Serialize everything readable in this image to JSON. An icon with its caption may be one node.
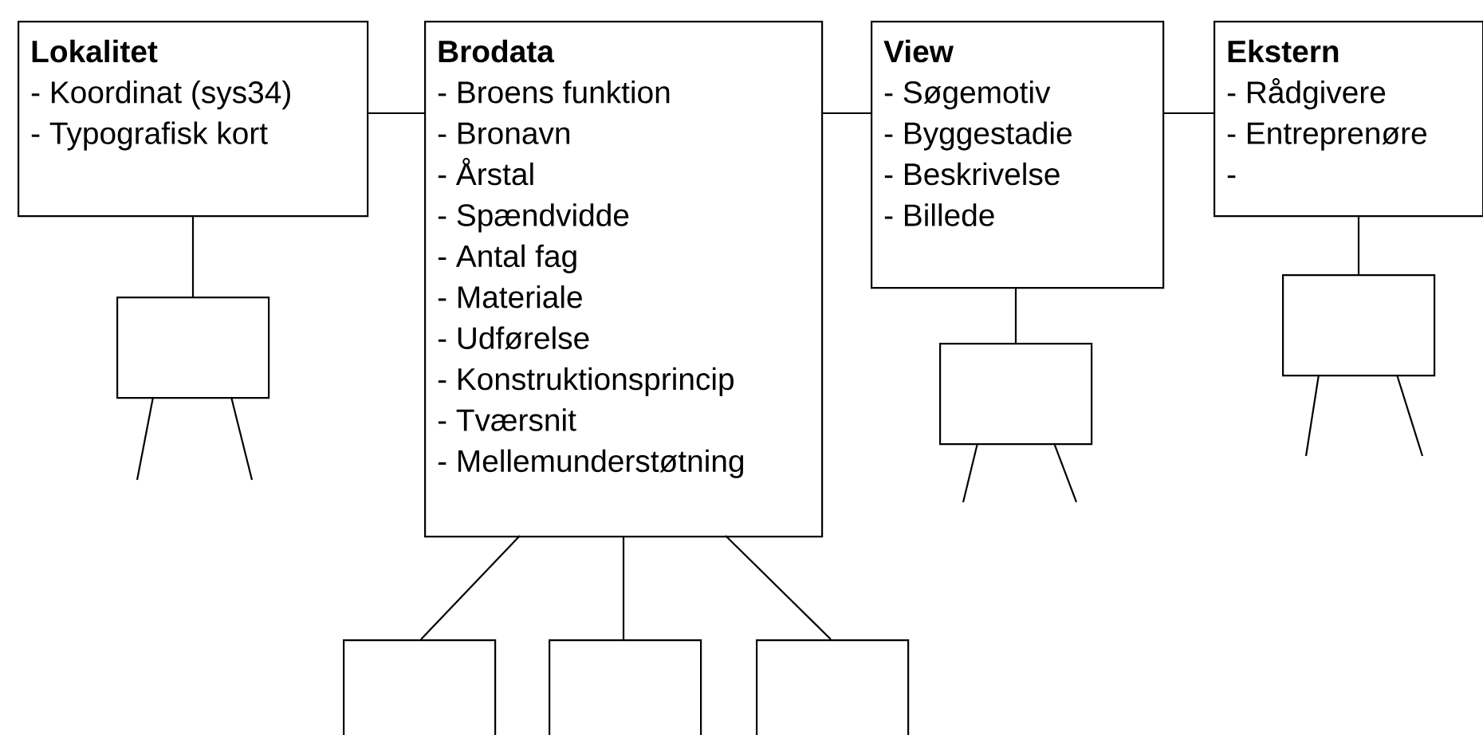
{
  "diagram": {
    "nodes": [
      {
        "text": [
          "Lokalitet",
          "- Koordinat (sys34)",
          "- Typografisk kort"
        ]
      },
      {
        "text": [
          "Brodata",
          "- Broens funktion",
          "- Bronavn",
          "- Årstal",
          "- Spændvidde",
          "- Antal fag",
          "- Materiale",
          "- Udførelse",
          "- Konstruktionsprincip",
          "- Tværsnit",
          "- Mellemunderstøtning"
        ]
      },
      {
        "text": [
          "View",
          "- Søgemotiv",
          "- Byggestadie",
          "- Beskrivelse",
          "- Billede"
        ]
      },
      {
        "text": [
          "Ekstern",
          "- Rådgivere",
          "- Entreprenøre",
          "-"
        ]
      },
      {
        "text": [],
        "shape": "box"
      },
      {
        "text": [],
        "shape": "box"
      },
      {
        "text": [],
        "shape": "box"
      },
      {
        "text": [],
        "shape": "box"
      },
      {
        "text": [],
        "shape": "box"
      },
      {
        "text": [],
        "shape": "box"
      }
    ],
    "edges": [
      {
        "from": 0,
        "to": 1,
        "arrow": "none"
      },
      {
        "from": 1,
        "to": 2,
        "arrow": "none"
      },
      {
        "from": 2,
        "to": 3,
        "arrow": "none"
      },
      {
        "from": 0,
        "to": 4,
        "arrow": "none"
      },
      {
        "from": 2,
        "to": 5,
        "arrow": "none"
      },
      {
        "from": 3,
        "to": 6,
        "arrow": "none"
      },
      {
        "from": 1,
        "to": 7,
        "arrow": "none"
      },
      {
        "from": 1,
        "to": 8,
        "arrow": "none"
      },
      {
        "from": 1,
        "to": 9,
        "arrow": "none"
      },
      {
        "from": 4,
        "to": null,
        "arrow": "none"
      },
      {
        "from": 4,
        "to": null,
        "arrow": "none"
      },
      {
        "from": 5,
        "to": null,
        "arrow": "none"
      },
      {
        "from": 5,
        "to": null,
        "arrow": "none"
      },
      {
        "from": 6,
        "to": null,
        "arrow": "none"
      },
      {
        "from": 6,
        "to": null,
        "arrow": "none"
      }
    ]
  }
}
